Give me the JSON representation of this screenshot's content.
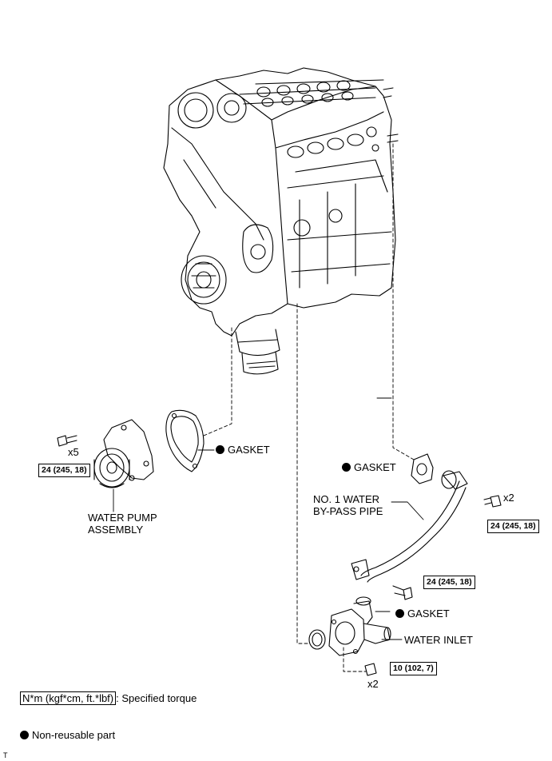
{
  "labels": {
    "gasket_pump": "GASKET",
    "gasket_pipe": "GASKET",
    "gasket_inlet": "GASKET",
    "water_pump_line1": "WATER PUMP",
    "water_pump_line2": "ASSEMBLY",
    "bypass_line1": "NO. 1 WATER",
    "bypass_line2": "BY-PASS PIPE",
    "water_inlet": "WATER INLET"
  },
  "quantities": {
    "pump_bolts": "x5",
    "pipe_bolts": "x2",
    "inlet_bolts": "x2"
  },
  "torques": {
    "pump_bolt": "24 (245, 18)",
    "pipe_bolt": "24 (245, 18)",
    "mid_bolt": "24 (245, 18)",
    "inlet_bolt": "10 (102, 7)"
  },
  "legend": {
    "torque_unit": "N*m (kgf*cm, ft.*lbf)",
    "torque_desc": ": Specified torque",
    "nonreusable_desc": "Non-reusable part"
  },
  "corner_mark": "T"
}
